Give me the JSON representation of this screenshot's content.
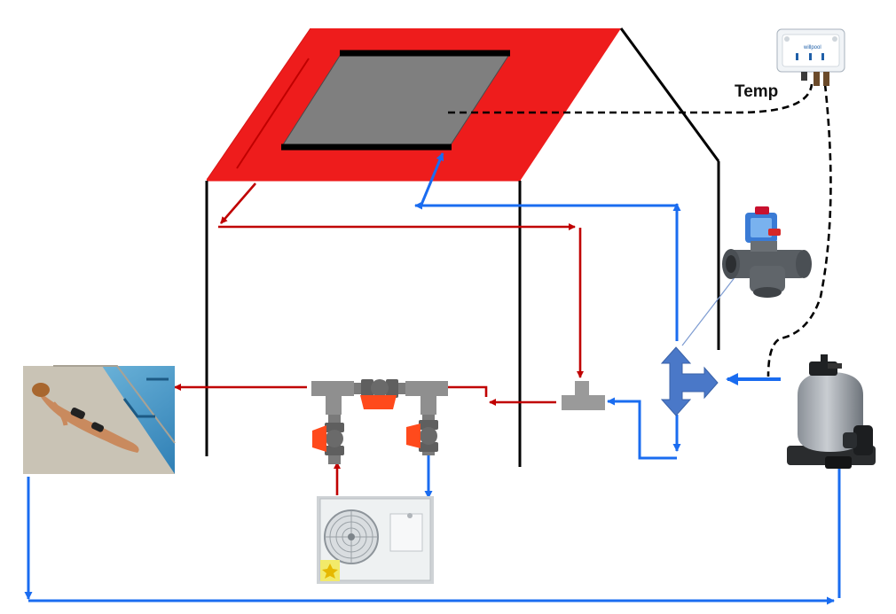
{
  "diagram": {
    "temperature_label": "Temp",
    "controller_brand": "willpool"
  },
  "colors": {
    "roof": "#ee1c1c",
    "panel": "#7f7f7f",
    "panel_frame": "#000000",
    "hot_flow": "#c00000",
    "cold_flow": "#1a6cf0",
    "sensor_wire": "#000000",
    "pipe_fitting": "#9a9a9a",
    "valve_handle": "#ff4a1c",
    "diverter": "#4a78c8"
  },
  "icons": [
    "solar-panel-icon",
    "pool-swimmer-photo",
    "heat-pump-icon",
    "sand-filter-pump-icon",
    "motorized-valve-icon",
    "controller-box-icon",
    "three-way-diverter-icon",
    "ball-valve-icon",
    "tee-fitting-icon"
  ]
}
